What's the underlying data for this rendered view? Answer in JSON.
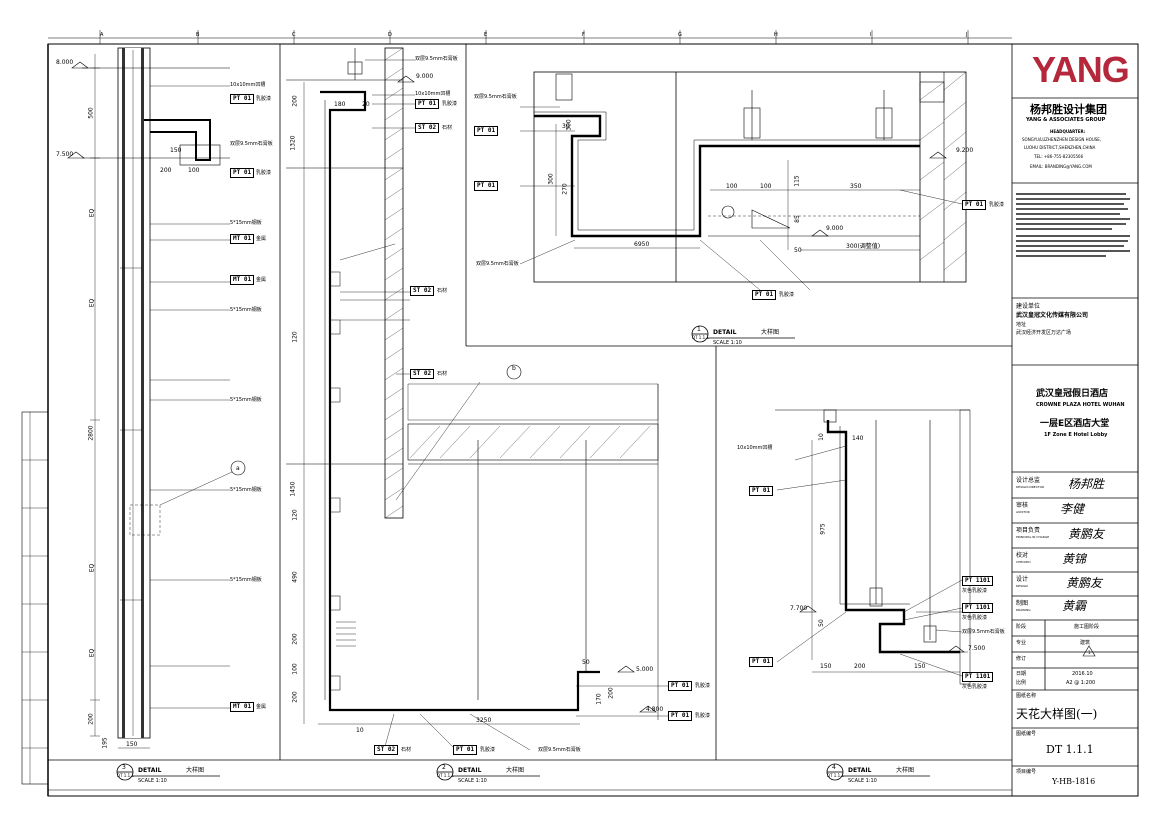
{
  "brand": {
    "logo": "YANG",
    "logo_color": "#b5273a",
    "company_cn": "杨邦胜设计集团",
    "company_en": "YANG & ASSOCIATES GROUP",
    "hq_label": "HEADQUARTER:",
    "hq_lines": [
      "SONGYU/LUZHENZHEN DESIGN HOUSE,",
      "LUOHU DISTRICT,SHENZHEN,CHINA",
      "TEL: +86-755-82305566",
      "EMAIL: BRANDING@YANG.COM"
    ]
  },
  "project": {
    "client_label": "建设单位",
    "client": "武汉皇冠文化传媒有限公司",
    "address_label": "地址",
    "address": "武汉经济开发区万达广场",
    "hotel_cn": "武汉皇冠假日酒店",
    "hotel_en": "CROWNE PLAZA HOTEL WUHAN",
    "area_cn": "一层E区酒店大堂",
    "area_en": "1F Zone E Hotel Lobby"
  },
  "signoff": [
    {
      "cn": "设计总监",
      "en": "DESIGN DIRECTOR",
      "sig": "杨邦胜"
    },
    {
      "cn": "审核",
      "en": "AUDITOR",
      "sig": "李健"
    },
    {
      "cn": "项目负责",
      "en": "PRINCIPAL IN CHARGE",
      "sig": "黄鹏友"
    },
    {
      "cn": "校对",
      "en": "CHECKED",
      "sig": "黄锦"
    },
    {
      "cn": "设计",
      "en": "DESIGN",
      "sig": "黄鹏友"
    },
    {
      "cn": "制图",
      "en": "DRAWING",
      "sig": "黄霸"
    }
  ],
  "stage": {
    "label": "阶段",
    "value": "施工图阶段"
  },
  "discipline": {
    "label": "专业",
    "value": "建筑"
  },
  "revision": {
    "label": "修订",
    "value": "1"
  },
  "date": {
    "label": "日期",
    "value": "2016.10"
  },
  "scale": {
    "label": "比例",
    "value": "A2 @ 1:200"
  },
  "drawing_title": {
    "label": "图纸名称",
    "value": "天花大样图(一)"
  },
  "drawing_no": {
    "label": "图纸编号",
    "value": "DT 1.1.1"
  },
  "project_no": {
    "label": "项目编号",
    "value": "Y-HB-1816"
  },
  "details": [
    {
      "num": "3",
      "sheet": "DT 1.1.1",
      "title": "DETAIL",
      "cn": "大样图",
      "scale": "SCALE 1:10"
    },
    {
      "num": "2",
      "sheet": "DT 1.1.1",
      "title": "DETAIL",
      "cn": "大样图",
      "scale": "SCALE 1:10"
    },
    {
      "num": "1",
      "sheet": "DT 1.1.1",
      "title": "DETAIL",
      "cn": "大样图",
      "scale": "SCALE 1:10"
    },
    {
      "num": "4",
      "sheet": "DT 1.1.1",
      "title": "DETAIL",
      "cn": "大样图",
      "scale": "SCALE 1:10"
    }
  ],
  "callouts": {
    "a": "a",
    "b": "b"
  },
  "materials": {
    "pt01": "PT 01",
    "pt01_desc": "乳胶漆",
    "mt01": "MT 01",
    "mt01_desc": "金属",
    "st02": "ST 02",
    "st02_desc": "石材",
    "pt1101": "PT 1101",
    "pt1101_desc": "灰色乳胶漆",
    "gypsum": "双层9.5mm石膏板",
    "slot": "10x10mm凹槽",
    "steel": "5*15mm钢板"
  },
  "elevations": {
    "d3_top": "8.000",
    "d3_mid": "7.500",
    "d2_top": "9.000",
    "d1_a": "9.200",
    "d1_b": "9.000",
    "d4_a": "7.700",
    "d4_b": "7.500",
    "d2_c": "5.000",
    "d2_d": "4.800"
  },
  "dims": {
    "d3": [
      "500",
      "EQ",
      "EQ",
      "2800",
      "EQ",
      "EQ",
      "200",
      "195",
      "150",
      "200",
      "100",
      "150"
    ],
    "d2": [
      "200",
      "180",
      "20",
      "1320",
      "120",
      "1450",
      "120",
      "490",
      "200",
      "100",
      "200",
      "3250",
      "10",
      "170",
      "200",
      "50"
    ],
    "d1": [
      "100",
      "350",
      "115",
      "85",
      "50",
      "300",
      "270",
      "300",
      "6950",
      "300(调整值)",
      "30",
      "100"
    ],
    "d4": [
      "10",
      "140",
      "975",
      "150",
      "200",
      "150",
      "50"
    ]
  },
  "grid_top": [
    "A",
    "B",
    "C",
    "D",
    "E",
    "F",
    "G",
    "H",
    "I",
    "J"
  ]
}
